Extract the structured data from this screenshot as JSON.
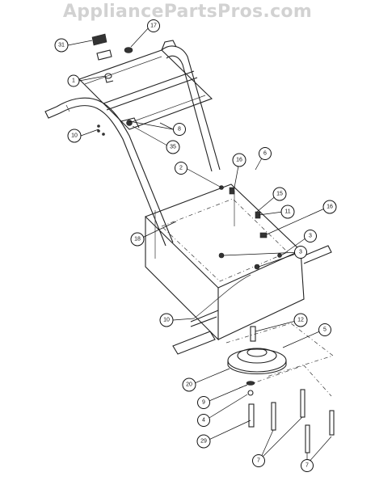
{
  "header": {
    "watermark": "AppliancePartsPros.com"
  },
  "callouts": [
    {
      "id": "31",
      "label": "31"
    },
    {
      "id": "17",
      "label": "17"
    },
    {
      "id": "1",
      "label": "1"
    },
    {
      "id": "8",
      "label": "8"
    },
    {
      "id": "10a",
      "label": "10"
    },
    {
      "id": "35",
      "label": "35"
    },
    {
      "id": "16a",
      "label": "16"
    },
    {
      "id": "6",
      "label": "6"
    },
    {
      "id": "2",
      "label": "2"
    },
    {
      "id": "15",
      "label": "15"
    },
    {
      "id": "11",
      "label": "11"
    },
    {
      "id": "16b",
      "label": "16"
    },
    {
      "id": "18",
      "label": "18"
    },
    {
      "id": "3a",
      "label": "3"
    },
    {
      "id": "3b",
      "label": "3"
    },
    {
      "id": "10b",
      "label": "10"
    },
    {
      "id": "12",
      "label": "12"
    },
    {
      "id": "5",
      "label": "5"
    },
    {
      "id": "20",
      "label": "20"
    },
    {
      "id": "9",
      "label": "9"
    },
    {
      "id": "4",
      "label": "4"
    },
    {
      "id": "29",
      "label": "29"
    },
    {
      "id": "7a",
      "label": "7"
    },
    {
      "id": "7b",
      "label": "7"
    }
  ]
}
